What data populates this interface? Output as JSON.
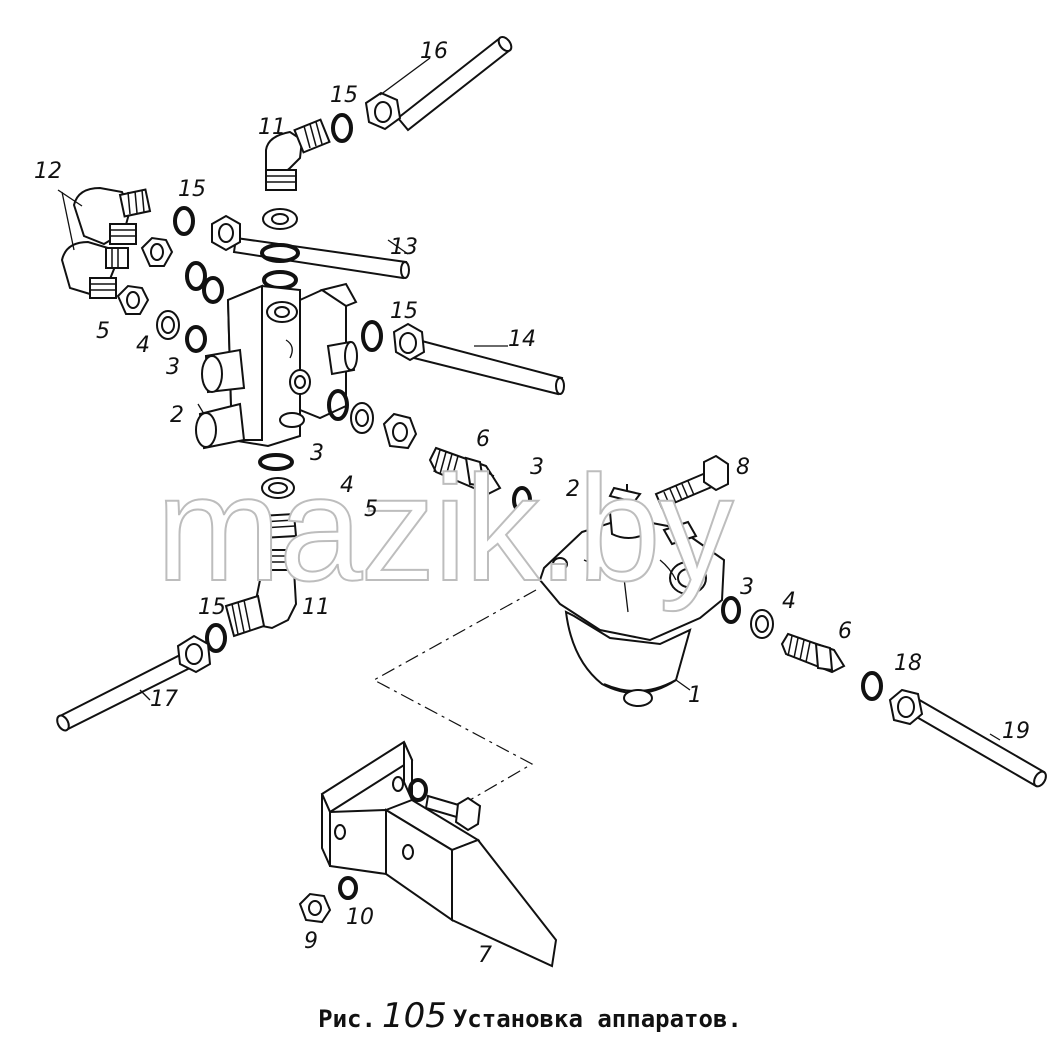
{
  "caption": {
    "prefix": "Рис.",
    "number": "105",
    "text": "Установка аппаратов."
  },
  "watermark": "mazik.by",
  "callouts": {
    "c1": "1",
    "c2a": "2",
    "c2b": "2",
    "c3a": "3",
    "c3b": "3",
    "c3c": "3",
    "c3d": "3",
    "c4a": "4",
    "c4b": "4",
    "c4c": "4",
    "c5a": "5",
    "c5b": "5",
    "c6a": "6",
    "c6b": "6",
    "c7": "7",
    "c8": "8",
    "c9": "9",
    "c10": "10",
    "c11a": "11",
    "c11b": "11",
    "c12": "12",
    "c13": "13",
    "c14": "14",
    "c15a": "15",
    "c15b": "15",
    "c15c": "15",
    "c15d": "15",
    "c16": "16",
    "c17": "17",
    "c18": "18",
    "c19": "19"
  }
}
